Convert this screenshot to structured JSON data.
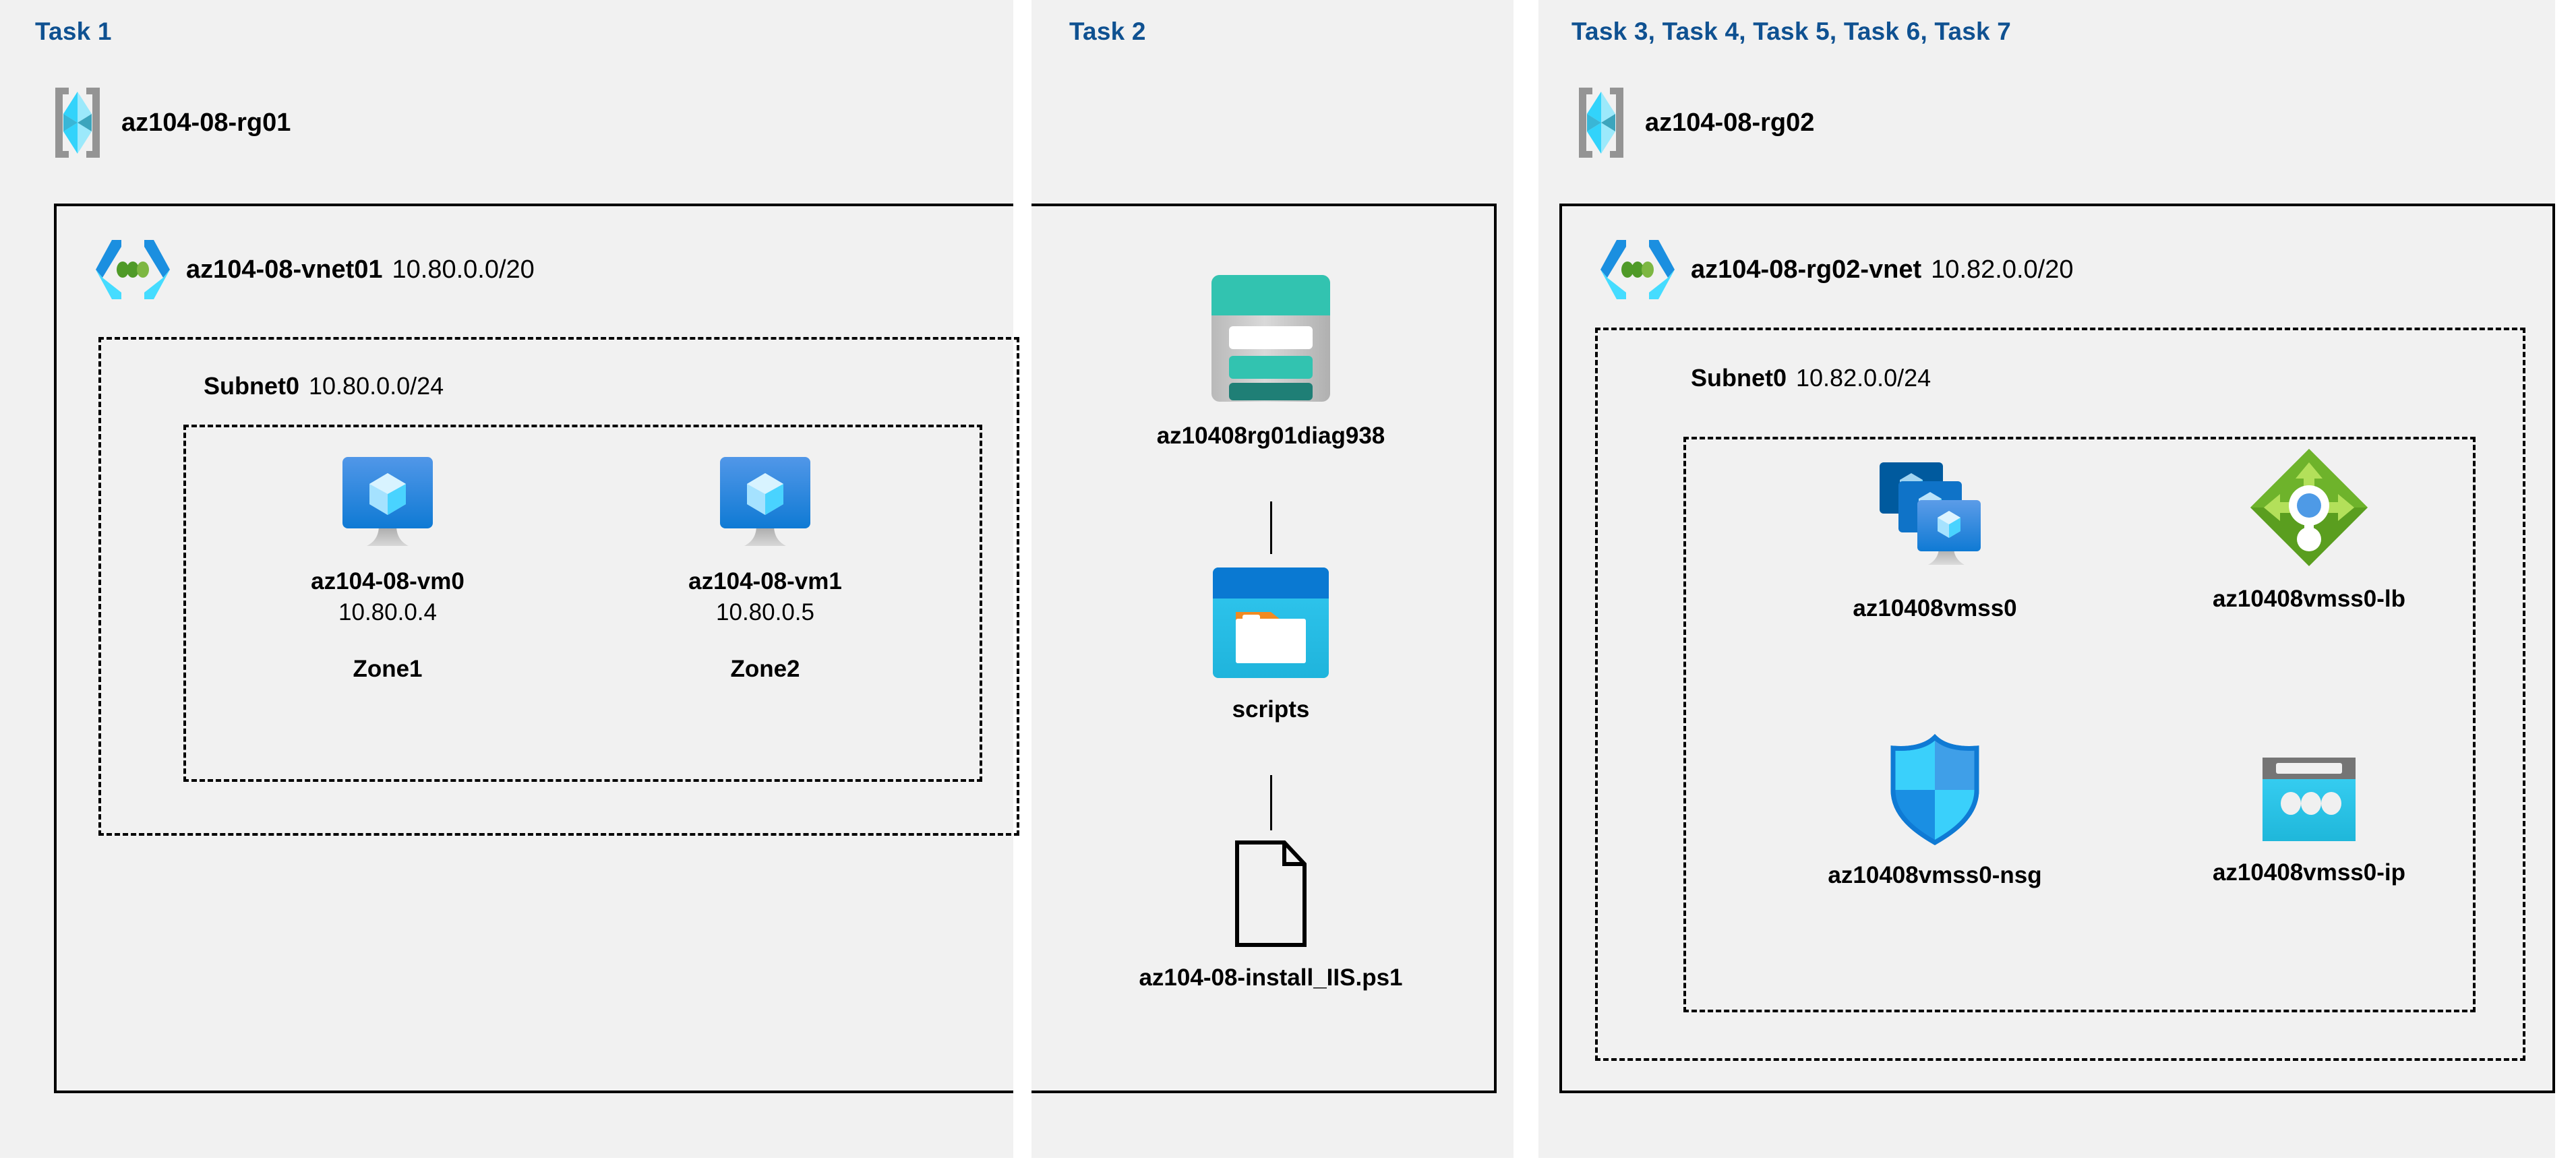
{
  "diagram": {
    "title": "Azure AZ-104 Lab 08 architecture",
    "background": "#ffffff",
    "panel_color": "#f1f1f1",
    "accent_color": "#0f5191",
    "line_color": "#000000"
  },
  "columns": [
    {
      "id": "task1",
      "task_label": "Task 1",
      "resource_group": {
        "icon": "resource-group-icon",
        "name": "az104-08-rg01"
      },
      "vnet": {
        "icon": "virtual-network-icon",
        "name": "az104-08-vnet01",
        "cidr": "10.80.0.0/20"
      },
      "subnet": {
        "name": "Subnet0",
        "cidr": "10.80.0.0/24"
      },
      "vms": [
        {
          "icon": "virtual-machine-icon",
          "name": "az104-08-vm0",
          "ip": "10.80.0.4",
          "zone": "Zone1"
        },
        {
          "icon": "virtual-machine-icon",
          "name": "az104-08-vm1",
          "ip": "10.80.0.5",
          "zone": "Zone2"
        }
      ]
    },
    {
      "id": "task2",
      "task_label": "Task 2",
      "nodes": [
        {
          "icon": "storage-account-icon",
          "name": "az10408rg01diag938"
        },
        {
          "icon": "blob-container-icon",
          "name": "scripts"
        },
        {
          "icon": "script-file-icon",
          "name": "az104-08-install_IIS.ps1"
        }
      ]
    },
    {
      "id": "task3to7",
      "task_label": "Task 3, Task 4, Task 5, Task 6, Task 7",
      "resource_group": {
        "icon": "resource-group-icon",
        "name": "az104-08-rg02"
      },
      "vnet": {
        "icon": "virtual-network-icon",
        "name": "az104-08-rg02-vnet",
        "cidr": "10.82.0.0/20"
      },
      "subnet": {
        "name": "Subnet0",
        "cidr": "10.82.0.0/24"
      },
      "resources": [
        {
          "icon": "vm-scale-set-icon",
          "name": "az10408vmss0"
        },
        {
          "icon": "load-balancer-icon",
          "name": "az10408vmss0-lb"
        },
        {
          "icon": "network-security-group-icon",
          "name": "az10408vmss0-nsg"
        },
        {
          "icon": "public-ip-address-icon",
          "name": "az10408vmss0-ip"
        }
      ]
    }
  ]
}
